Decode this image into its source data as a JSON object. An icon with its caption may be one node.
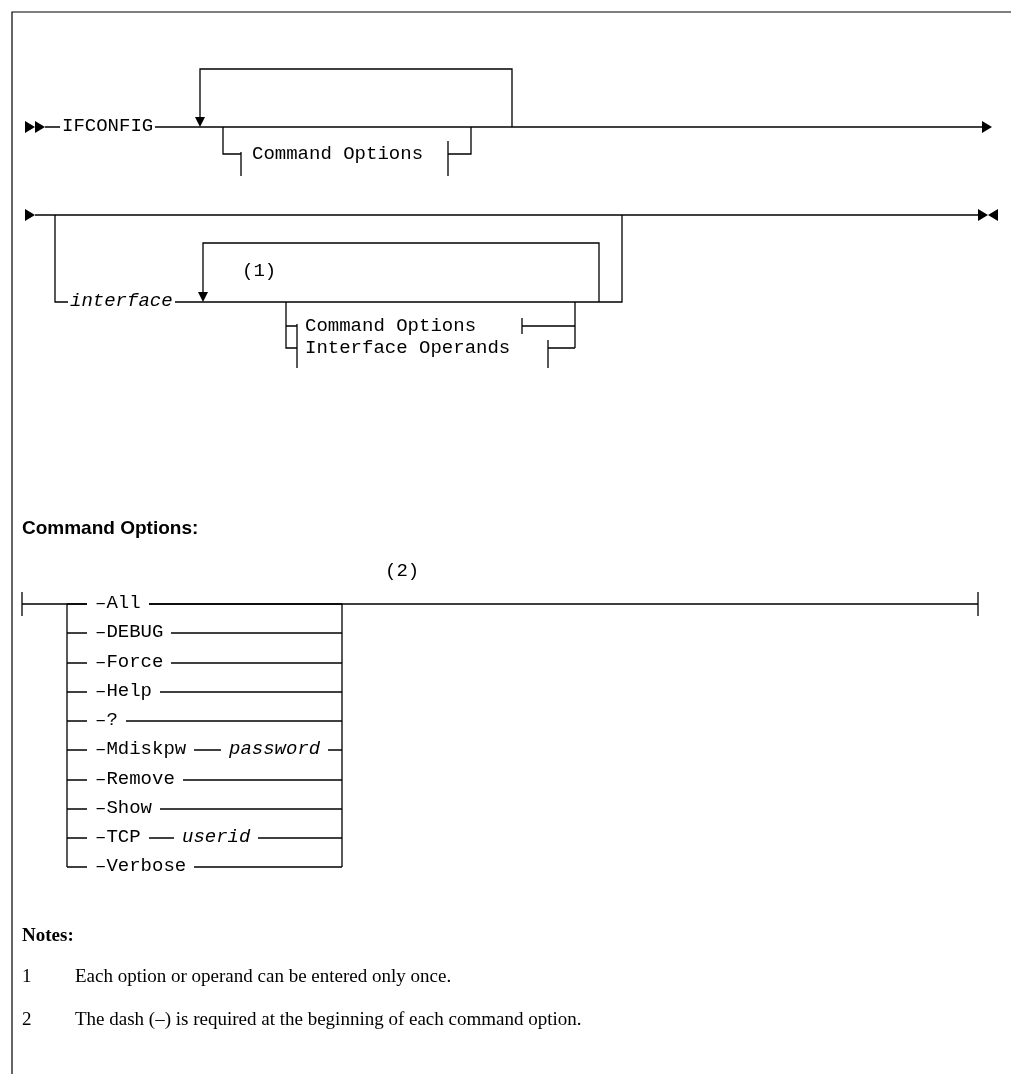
{
  "diagram": {
    "labels": [
      "IFCONFIG",
      "Command Options",
      "interface",
      "(1)",
      "Command Options",
      "Interface Operands",
      "Command Options:",
      "(2)",
      "–All",
      "–DEBUG",
      "–Force",
      "–Help",
      "–?",
      "–Mdiskpw",
      "password",
      "–Remove",
      "–Show",
      "–TCP",
      "userid",
      "–Verbose",
      "Notes:",
      "1",
      "Each option or operand can be entered only once.",
      "2",
      "The dash (–) is required at the beginning of each command option."
    ]
  }
}
